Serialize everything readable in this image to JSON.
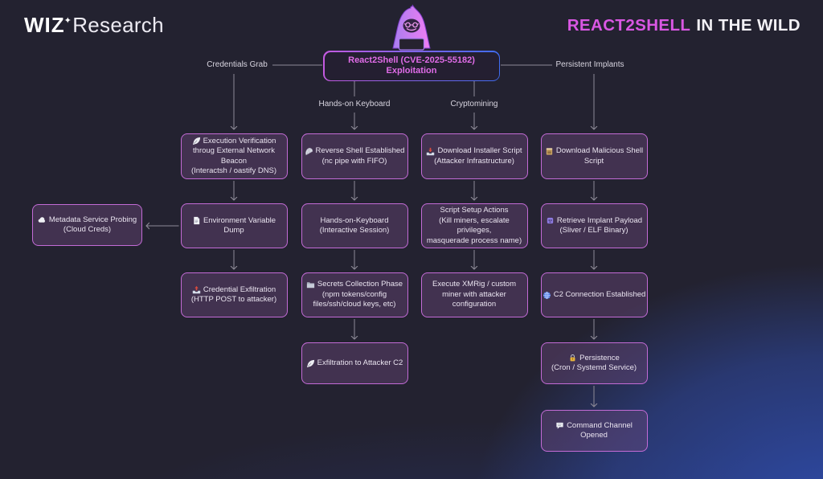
{
  "header": {
    "logo": {
      "brand_bold": "WIZ",
      "sparkle": "✦",
      "brand_light": "Research"
    },
    "title": {
      "highlight": "REACT2SHELL",
      "rest": "IN THE WILD"
    }
  },
  "root_node": {
    "line1": "React2Shell (CVE-2025-55182)",
    "line2": "Exploitation",
    "icon": "hacker-icon"
  },
  "branches": [
    {
      "id": "credentials-grab",
      "label": "Credentials Grab"
    },
    {
      "id": "hands-on-keyboard",
      "label": "Hands-on Keyboard"
    },
    {
      "id": "cryptomining",
      "label": "Cryptomining"
    },
    {
      "id": "persistent-implants",
      "label": "Persistent Implants"
    }
  ],
  "nodes": [
    {
      "id": "execution-verification",
      "col": 1,
      "row": 1,
      "icon": "pen-icon",
      "lines": [
        "Execution Verification",
        "throug External Network",
        "Beacon",
        "(Interactsh / oastify DNS)"
      ]
    },
    {
      "id": "environment-variable-dump",
      "col": 1,
      "row": 2,
      "icon": "document-icon",
      "lines": [
        "Environment Variable",
        "Dump"
      ]
    },
    {
      "id": "credential-exfiltration",
      "col": 1,
      "row": 3,
      "icon": "tray-up-icon",
      "lines": [
        "Credential Exfiltration",
        "(HTTP POST to attacker)"
      ]
    },
    {
      "id": "reverse-shell-established",
      "col": 2,
      "row": 1,
      "icon": "shell-icon",
      "lines": [
        "Reverse Shell Established",
        "(nc pipe with FIFO)"
      ]
    },
    {
      "id": "hands-on-keyboard-session",
      "col": 2,
      "row": 2,
      "icon": null,
      "lines": [
        "Hands-on-Keyboard",
        "(Interactive Session)"
      ]
    },
    {
      "id": "secrets-collection-phase",
      "col": 2,
      "row": 3,
      "icon": "folder-icon",
      "lines": [
        "Secrets Collection Phase",
        "(npm tokens/config",
        "files/ssh/cloud keys, etc)"
      ]
    },
    {
      "id": "exfiltration-to-attacker-c2",
      "col": 2,
      "row": 4,
      "icon": "pen-icon",
      "lines": [
        "Exfiltration to Attacker C2"
      ]
    },
    {
      "id": "download-installer-script",
      "col": 3,
      "row": 1,
      "icon": "tray-down-icon",
      "lines": [
        "Download Installer Script",
        "(Attacker Infrastructure)"
      ]
    },
    {
      "id": "script-setup-actions",
      "col": 3,
      "row": 2,
      "icon": null,
      "lines": [
        "Script Setup Actions",
        "(Kill miners, escalate",
        "privileges,",
        "masquerade process name)"
      ]
    },
    {
      "id": "execute-xmrig-miner",
      "col": 3,
      "row": 3,
      "icon": null,
      "lines": [
        "Execute XMRig / custom",
        "miner with attacker",
        "configuration"
      ]
    },
    {
      "id": "download-malicious-shell-script",
      "col": 4,
      "row": 1,
      "icon": "notebook-icon",
      "lines": [
        "Download Malicious Shell",
        "Script"
      ]
    },
    {
      "id": "retrieve-implant-payload",
      "col": 4,
      "row": 2,
      "icon": "implant-icon",
      "lines": [
        "Retrieve Implant Payload",
        "(Sliver / ELF Binary)"
      ]
    },
    {
      "id": "c2-connection-established",
      "col": 4,
      "row": 3,
      "icon": "globe-icon",
      "lines": [
        "C2 Connection Established"
      ]
    },
    {
      "id": "persistence-cron-systemd",
      "col": 4,
      "row": 4,
      "icon": "lock-icon",
      "lines": [
        "Persistence",
        "(Cron / Systemd Service)"
      ]
    },
    {
      "id": "command-channel-opened",
      "col": 4,
      "row": 5,
      "icon": "chat-icon",
      "lines": [
        "Command Channel",
        "Opened"
      ]
    }
  ],
  "side_node": {
    "id": "metadata-service-probing",
    "icon": "cloud-icon",
    "lines": [
      "Metadata Service Probing",
      "(Cloud Creds)"
    ]
  },
  "chains": [
    [
      "execution-verification",
      "environment-variable-dump",
      "credential-exfiltration"
    ],
    [
      "reverse-shell-established",
      "hands-on-keyboard-session",
      "secrets-collection-phase",
      "exfiltration-to-attacker-c2"
    ],
    [
      "download-installer-script",
      "script-setup-actions",
      "execute-xmrig-miner"
    ],
    [
      "download-malicious-shell-script",
      "retrieve-implant-payload",
      "c2-connection-established",
      "persistence-cron-systemd",
      "command-channel-opened"
    ]
  ],
  "side_edge": {
    "from": "environment-variable-dump",
    "to": "metadata-service-probing"
  },
  "colors": {
    "background": "#232230",
    "accent_magenta": "#d957e3",
    "node_border": "#c36bd6",
    "root_border_left": "#c45ae0",
    "root_border_right": "#3f6cf0",
    "root_text": "#e06ce8",
    "connector": "#8e8b97",
    "label_text": "#d8d5e0",
    "title_white": "#f2f0f5",
    "corner_glow_blue": "#2e4aa6"
  }
}
